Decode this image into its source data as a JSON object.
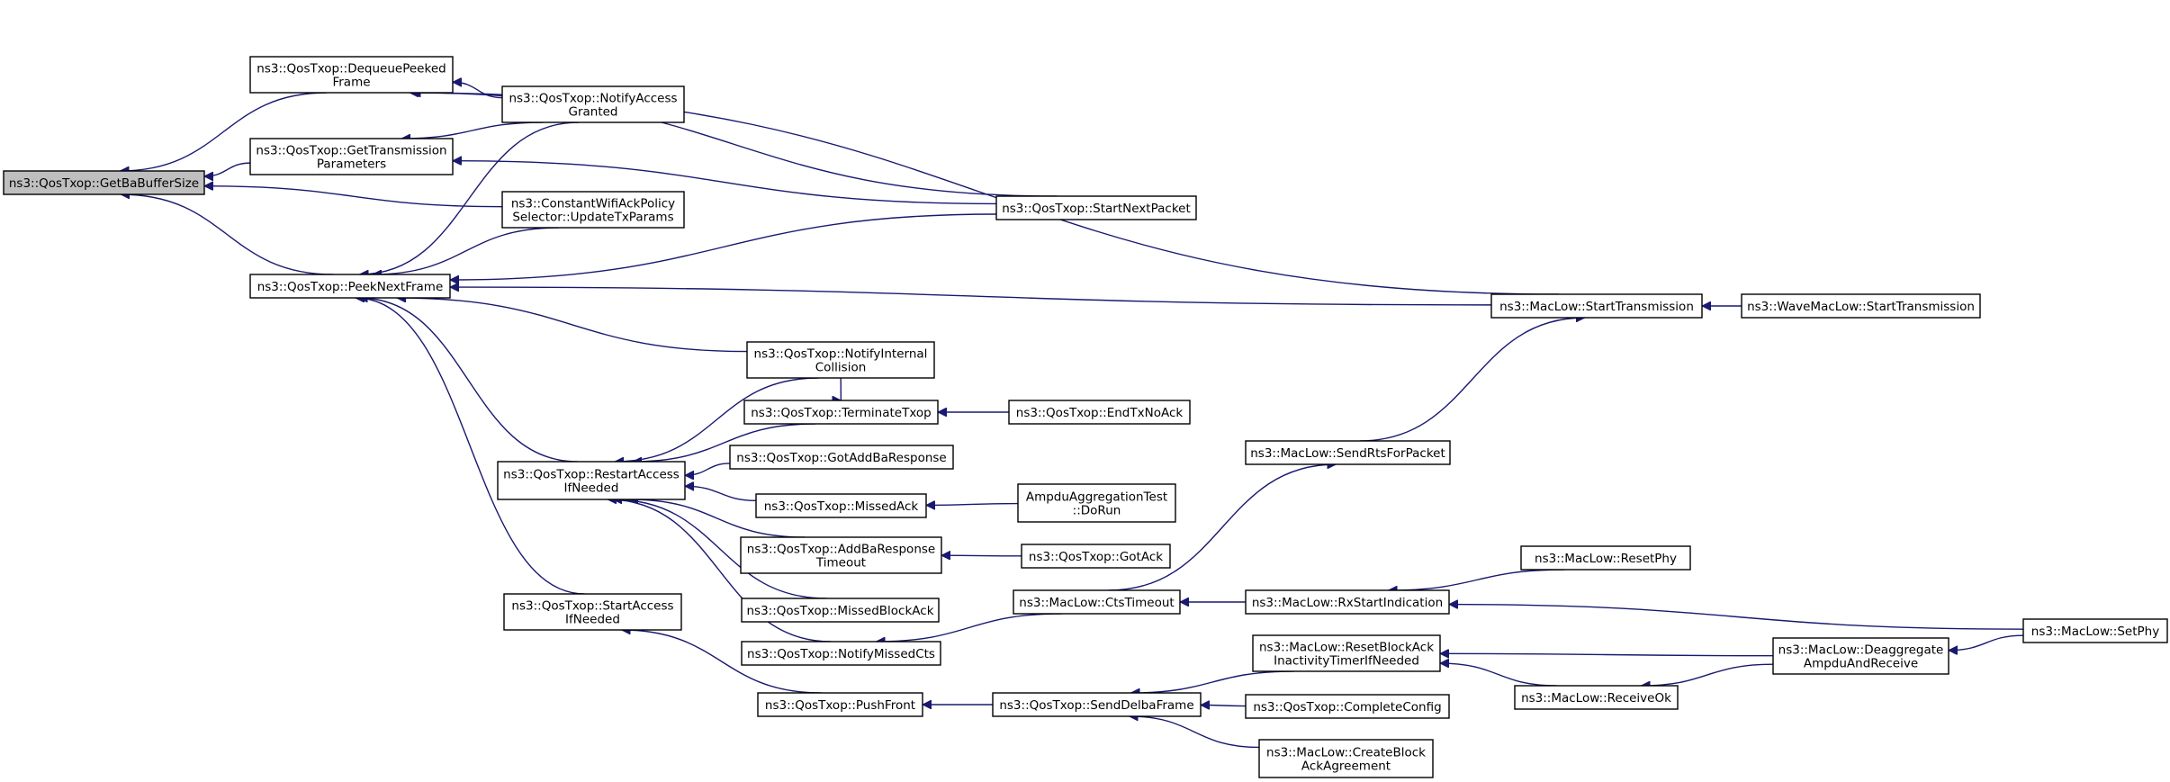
{
  "nodes": [
    {
      "id": "getba",
      "lines": [
        "ns3::QosTxop::GetBaBufferSize"
      ],
      "root": true
    },
    {
      "id": "dequeue",
      "lines": [
        "ns3::QosTxop::DequeuePeeked",
        "Frame"
      ]
    },
    {
      "id": "gettx",
      "lines": [
        "ns3::QosTxop::GetTransmission",
        "Parameters"
      ]
    },
    {
      "id": "peek",
      "lines": [
        "ns3::QosTxop::PeekNextFrame"
      ]
    },
    {
      "id": "notifyaccess",
      "lines": [
        "ns3::QosTxop::NotifyAccess",
        "Granted"
      ]
    },
    {
      "id": "constant",
      "lines": [
        "ns3::ConstantWifiAckPolicy",
        "Selector::UpdateTxParams"
      ]
    },
    {
      "id": "restart",
      "lines": [
        "ns3::QosTxop::RestartAccess",
        "IfNeeded"
      ]
    },
    {
      "id": "startaccess",
      "lines": [
        "ns3::QosTxop::StartAccess",
        "IfNeeded"
      ]
    },
    {
      "id": "notifyinternal",
      "lines": [
        "ns3::QosTxop::NotifyInternal",
        "Collision"
      ]
    },
    {
      "id": "terminate",
      "lines": [
        "ns3::QosTxop::TerminateTxop"
      ]
    },
    {
      "id": "gotaddba",
      "lines": [
        "ns3::QosTxop::GotAddBaResponse"
      ]
    },
    {
      "id": "missedack",
      "lines": [
        "ns3::QosTxop::MissedAck"
      ]
    },
    {
      "id": "addbatimeout",
      "lines": [
        "ns3::QosTxop::AddBaResponse",
        "Timeout"
      ]
    },
    {
      "id": "missedblockack",
      "lines": [
        "ns3::QosTxop::MissedBlockAck"
      ]
    },
    {
      "id": "notifymissedcts",
      "lines": [
        "ns3::QosTxop::NotifyMissedCts"
      ]
    },
    {
      "id": "pushfront",
      "lines": [
        "ns3::QosTxop::PushFront"
      ]
    },
    {
      "id": "startnext",
      "lines": [
        "ns3::QosTxop::StartNextPacket"
      ]
    },
    {
      "id": "endtxnoack",
      "lines": [
        "ns3::QosTxop::EndTxNoAck"
      ]
    },
    {
      "id": "ampdutest",
      "lines": [
        "AmpduAggregationTest",
        "::DoRun"
      ]
    },
    {
      "id": "gotack",
      "lines": [
        "ns3::QosTxop::GotAck"
      ]
    },
    {
      "id": "ctstimeout",
      "lines": [
        "ns3::MacLow::CtsTimeout"
      ]
    },
    {
      "id": "senddelba",
      "lines": [
        "ns3::QosTxop::SendDelbaFrame"
      ]
    },
    {
      "id": "starttx",
      "lines": [
        "ns3::MacLow::StartTransmission"
      ]
    },
    {
      "id": "wavestarttx",
      "lines": [
        "ns3::WaveMacLow::StartTransmission"
      ]
    },
    {
      "id": "sendrts",
      "lines": [
        "ns3::MacLow::SendRtsForPacket"
      ]
    },
    {
      "id": "rxstart",
      "lines": [
        "ns3::MacLow::RxStartIndication"
      ]
    },
    {
      "id": "resetphy",
      "lines": [
        "ns3::MacLow::ResetPhy"
      ]
    },
    {
      "id": "resetblockack",
      "lines": [
        "ns3::MacLow::ResetBlockAck",
        "InactivityTimerIfNeeded"
      ]
    },
    {
      "id": "completeconfig",
      "lines": [
        "ns3::QosTxop::CompleteConfig"
      ]
    },
    {
      "id": "createblockack",
      "lines": [
        "ns3::MacLow::CreateBlock",
        "AckAgreement"
      ]
    },
    {
      "id": "receiveok",
      "lines": [
        "ns3::MacLow::ReceiveOk"
      ]
    },
    {
      "id": "deaggregate",
      "lines": [
        "ns3::MacLow::Deaggregate",
        "AmpduAndReceive"
      ]
    },
    {
      "id": "setphy",
      "lines": [
        "ns3::MacLow::SetPhy"
      ]
    }
  ],
  "edges": [
    {
      "from": "dequeue",
      "to": "getba"
    },
    {
      "from": "gettx",
      "to": "getba"
    },
    {
      "from": "constant",
      "to": "getba"
    },
    {
      "from": "peek",
      "to": "getba"
    },
    {
      "from": "notifyaccess",
      "to": "dequeue"
    },
    {
      "from": "startnext",
      "to": "dequeue"
    },
    {
      "from": "starttx",
      "to": "dequeue"
    },
    {
      "from": "notifyaccess",
      "to": "gettx"
    },
    {
      "from": "startnext",
      "to": "gettx"
    },
    {
      "from": "notifyaccess",
      "to": "peek"
    },
    {
      "from": "constant",
      "to": "peek"
    },
    {
      "from": "startnext",
      "to": "peek"
    },
    {
      "from": "starttx",
      "to": "peek"
    },
    {
      "from": "notifyinternal",
      "to": "peek"
    },
    {
      "from": "restart",
      "to": "peek"
    },
    {
      "from": "startaccess",
      "to": "peek"
    },
    {
      "from": "notifyinternal",
      "to": "restart"
    },
    {
      "from": "terminate",
      "to": "restart"
    },
    {
      "from": "gotaddba",
      "to": "restart"
    },
    {
      "from": "missedack",
      "to": "restart"
    },
    {
      "from": "addbatimeout",
      "to": "restart"
    },
    {
      "from": "missedblockack",
      "to": "restart"
    },
    {
      "from": "notifymissedcts",
      "to": "restart"
    },
    {
      "from": "pushfront",
      "to": "startaccess"
    },
    {
      "from": "notifyinternal",
      "to": "terminate"
    },
    {
      "from": "endtxnoack",
      "to": "terminate"
    },
    {
      "from": "ampdutest",
      "to": "missedack"
    },
    {
      "from": "gotack",
      "to": "addbatimeout"
    },
    {
      "from": "ctstimeout",
      "to": "notifymissedcts"
    },
    {
      "from": "senddelba",
      "to": "pushfront"
    },
    {
      "from": "wavestarttx",
      "to": "starttx"
    },
    {
      "from": "sendrts",
      "to": "starttx"
    },
    {
      "from": "rxstart",
      "to": "ctstimeout"
    },
    {
      "from": "resetphy",
      "to": "rxstart"
    },
    {
      "from": "setphy",
      "to": "rxstart"
    },
    {
      "from": "resetblockack",
      "to": "senddelba"
    },
    {
      "from": "completeconfig",
      "to": "senddelba"
    },
    {
      "from": "createblockack",
      "to": "senddelba"
    },
    {
      "from": "deaggregate",
      "to": "resetblockack"
    },
    {
      "from": "receiveok",
      "to": "resetblockack"
    },
    {
      "from": "deaggregate",
      "to": "receiveok"
    },
    {
      "from": "setphy",
      "to": "deaggregate"
    },
    {
      "from": "ctstimeout",
      "to": "sendrts"
    }
  ],
  "colors": {
    "edge": "#191970",
    "root_fill": "#bfbfbf",
    "node_fill": "#ffffff",
    "node_border": "#000000"
  }
}
